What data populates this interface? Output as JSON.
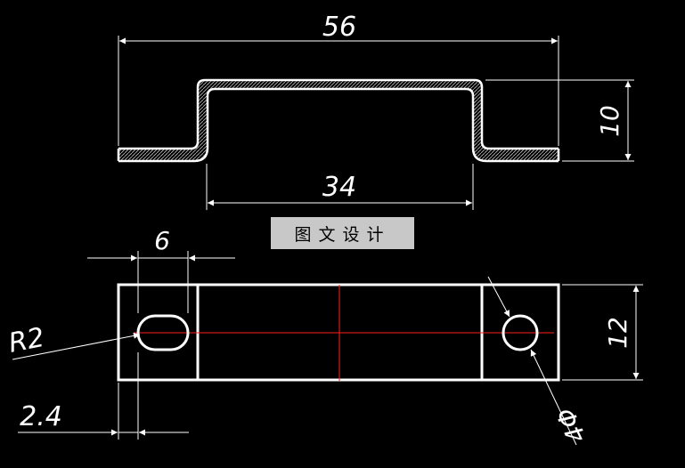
{
  "dimensions": {
    "overall_width": "56",
    "bottom_span": "34",
    "height": "10",
    "hole_spacing": "6",
    "slot_radius": "R2",
    "edge_offset": "2.4",
    "part_width": "12",
    "hole_diameter": "4Φ"
  },
  "watermark": "图文设计",
  "colors": {
    "background": "#000000",
    "lines": "#ffffff",
    "centerline": "#ff2020",
    "hatch": "#bdbdbd"
  }
}
